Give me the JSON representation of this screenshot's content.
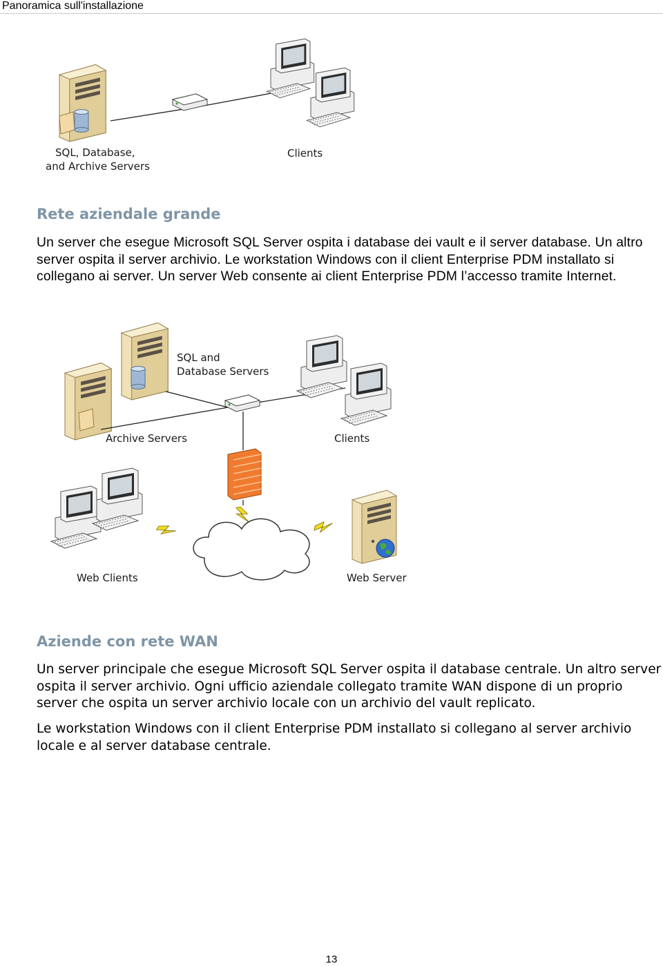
{
  "header": {
    "title": "Panoramica sull'installazione"
  },
  "figure_small": {
    "label_servers_line1": "SQL, Database,",
    "label_servers_line2": "and Archive Servers",
    "label_clients": "Clients"
  },
  "section_large": {
    "heading": "Rete aziendale grande",
    "paragraph": "Un server che esegue Microsoft SQL Server ospita i database dei vault e il server database. Un altro server ospita il server archivio. Le workstation Windows con il client Enterprise PDM installato si collegano ai server. Un server Web consente ai client Enterprise PDM l’accesso tramite Internet."
  },
  "figure_large": {
    "label_sql_line1": "SQL and",
    "label_sql_line2": "Database Servers",
    "label_archive": "Archive Servers",
    "label_clients": "Clients",
    "label_web_clients": "Web Clients",
    "label_web_server": "Web Server"
  },
  "section_wan": {
    "heading": "Aziende con rete WAN",
    "paragraph1": "Un server principale che esegue Microsoft SQL Server ospita il database centrale. Un altro server ospita il server archivio. Ogni ufficio aziendale collegato tramite WAN dispone di un proprio server che ospita un server archivio locale con un archivio del vault replicato.",
    "paragraph2": "Le workstation Windows con il client Enterprise PDM installato si collegano al server archivio locale e al server database centrale."
  },
  "footer": {
    "page_number": "13"
  }
}
